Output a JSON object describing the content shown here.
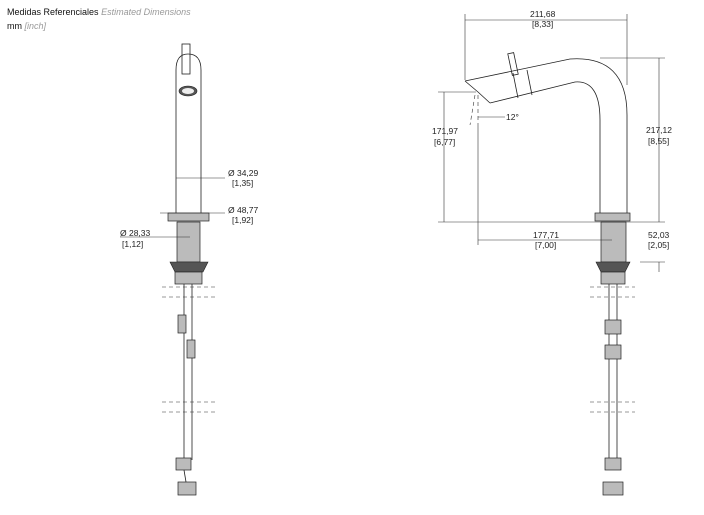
{
  "header": {
    "title": "Medidas Referenciales",
    "title_en": "Estimated Dimensions",
    "units": "mm",
    "units_alt": "[inch]"
  },
  "front_view": {
    "spout_diameter": {
      "mm": "Ø  34,29",
      "inch": "[1,35]"
    },
    "flange_diameter": {
      "mm": "Ø  48,77",
      "inch": "[1,92]"
    },
    "thread_diameter": {
      "mm": "Ø 28,33",
      "inch": "[1,12]"
    }
  },
  "side_view": {
    "total_reach": {
      "mm": "211,68",
      "inch": "[8,33]"
    },
    "outlet_height": {
      "mm": "171,97",
      "inch": "[6,77]"
    },
    "angle": "12°",
    "total_height": {
      "mm": "217,12",
      "inch": "[8,55]"
    },
    "spout_reach": {
      "mm": "177,71",
      "inch": "[7,00]"
    },
    "thread_length": {
      "mm": "52,03",
      "inch": "[2,05]"
    }
  }
}
